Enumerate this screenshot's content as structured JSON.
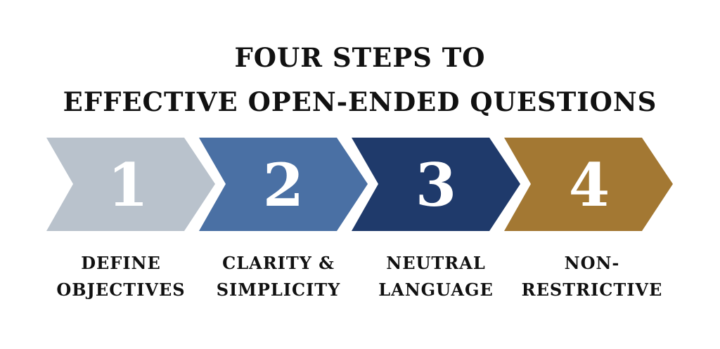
{
  "title": {
    "line1": "FOUR STEPS TO",
    "line2": "EFFECTIVE OPEN-ENDED QUESTIONS"
  },
  "steps": [
    {
      "number": "1",
      "label_line1": "DEFINE",
      "label_line2": "OBJECTIVES",
      "color": "#b9c2cc"
    },
    {
      "number": "2",
      "label_line1": "CLARITY &",
      "label_line2": "SIMPLICITY",
      "color": "#4a70a4"
    },
    {
      "number": "3",
      "label_line1": "NEUTRAL",
      "label_line2": "LANGUAGE",
      "color": "#1f3a6b"
    },
    {
      "number": "4",
      "label_line1": "NON-",
      "label_line2": "RESTRICTIVE",
      "color": "#a37833"
    }
  ]
}
